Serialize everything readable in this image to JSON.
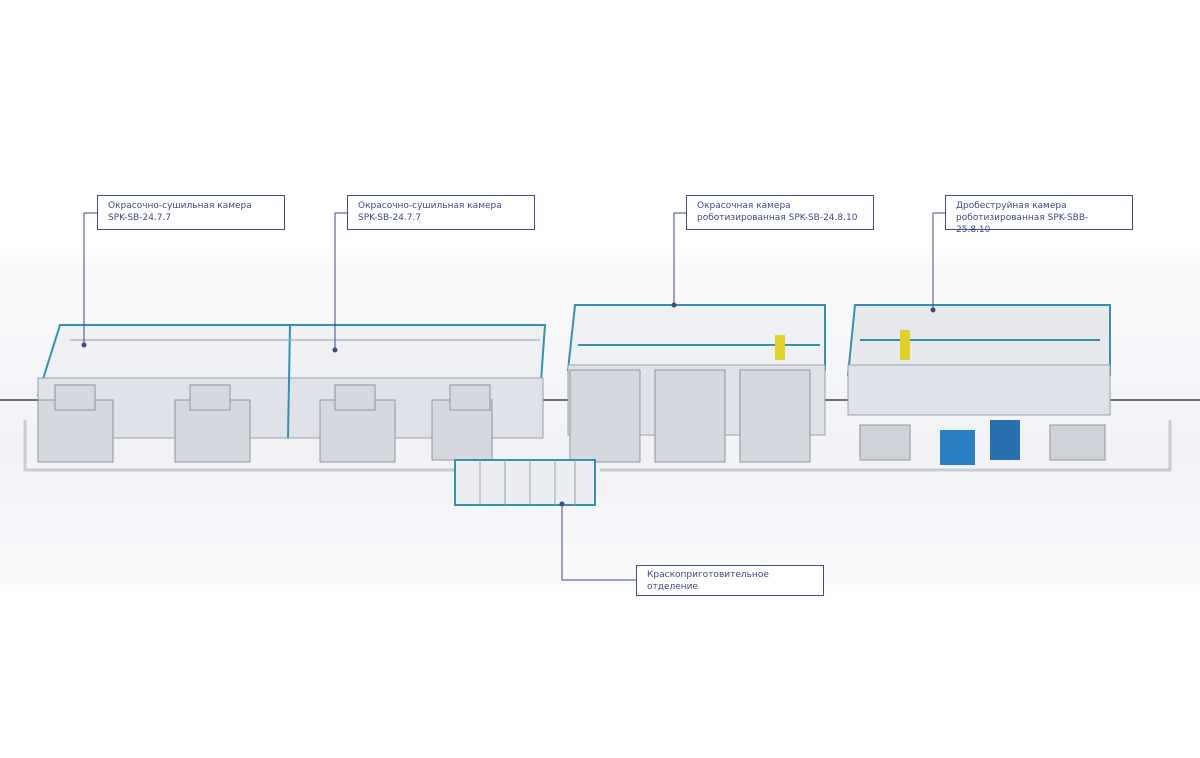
{
  "callouts": [
    {
      "line1": "Окрасочно-сушильная камера",
      "line2": "SPK-SB-24.7.7"
    },
    {
      "line1": "Окрасочно-сушильная камера",
      "line2": "SPK-SB-24.7.7"
    },
    {
      "line1": "Окрасочная камера",
      "line2": "роботизированная SPK-SB-24.8.10"
    },
    {
      "line1": "Дробеструйная камера",
      "line2": "роботизированная SPK-SBB-25.8.10"
    },
    {
      "line1": "Краскоприготовительное отделение"
    }
  ],
  "colors": {
    "callout": "#3d4a86",
    "frame": "#3a8fb0",
    "panel": "#e3e5ea"
  }
}
